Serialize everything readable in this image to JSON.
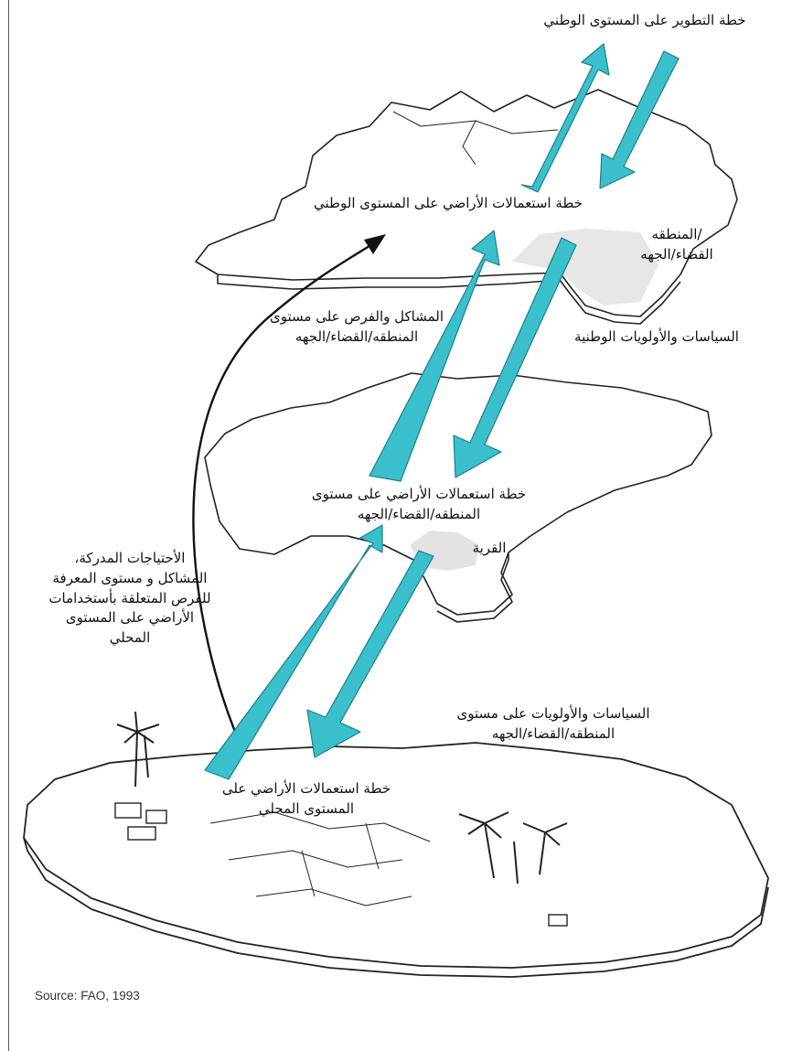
{
  "diagram": {
    "labels": {
      "national_development_plan": "خطة التطوير على المستوى الوطني",
      "national_landuse_plan": "خطة استعمالات الأراضي على المستوى الوطني",
      "district_region": "/المنطقه\nالقضاء/الجهه",
      "district_problems": "المشاكل والفرص على مستوى\nالمنطقه/القضاء/الجهه",
      "national_policies": "السياسات والأولويات الوطنية",
      "district_landuse_plan": "خطة استعمالات الأراضي على مستوى\nالمنطقه/القضاء/الجهه",
      "village": "القرية",
      "local_needs": "الأحتياجات المدركة،\nالمشاكل و مستوى المعرفة\nللفرص المتعلقة بأستخدامات\nالأراضي على المستوى\nالمحلي",
      "district_policies": "السياسات والأولويات على مستوى\nالمنطقه/القضاء/الجهه",
      "local_landuse_plan": "خطة استعمالات الأراضي على\nالمستوى المحلي"
    },
    "source": "Source: FAO, 1993",
    "colors": {
      "arrow_fill": "#39c0cc",
      "arrow_stroke": "#1f7f88",
      "outline": "#222222",
      "text": "#111111"
    }
  }
}
